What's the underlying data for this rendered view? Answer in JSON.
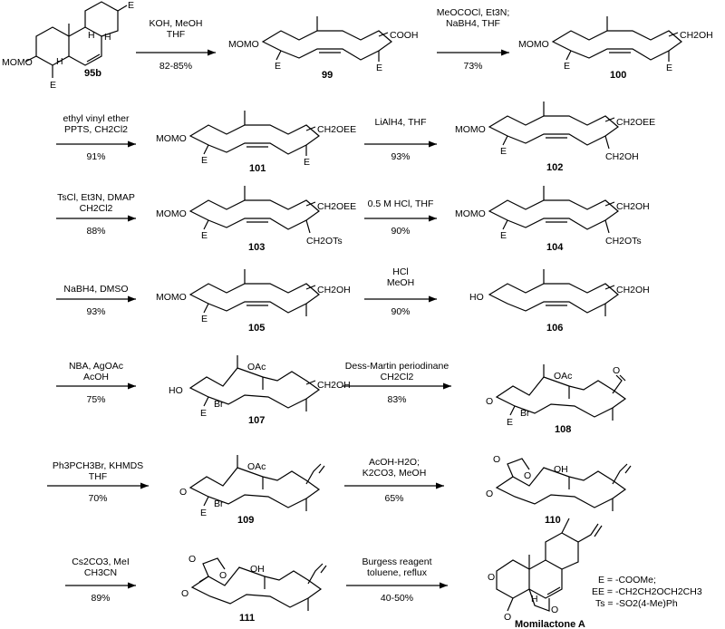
{
  "compounds": {
    "c95b": "95b",
    "c99": "99",
    "c100": "100",
    "c101": "101",
    "c102": "102",
    "c103": "103",
    "c104": "104",
    "c105": "105",
    "c106": "106",
    "c107": "107",
    "c108": "108",
    "c109": "109",
    "c110": "110",
    "c111": "111",
    "product": "Momilactone A"
  },
  "steps": [
    {
      "line1": "KOH, MeOH",
      "line2": "THF",
      "yield": "82-85%"
    },
    {
      "line1": "MeOCOCl, Et3N;",
      "line2": "NaBH4, THF",
      "yield": "73%"
    },
    {
      "line1": "ethyl vinyl ether",
      "line2": "PPTS, CH2Cl2",
      "yield": "91%"
    },
    {
      "line1": "LiAlH4, THF",
      "line2": "",
      "yield": "93%"
    },
    {
      "line1": "TsCl, Et3N, DMAP",
      "line2": "CH2Cl2",
      "yield": "88%"
    },
    {
      "line1": "0.5 M HCl, THF",
      "line2": "",
      "yield": "90%"
    },
    {
      "line1": "NaBH4, DMSO",
      "line2": "",
      "yield": "93%"
    },
    {
      "line1": "HCl",
      "line2": "MeOH",
      "yield": "90%"
    },
    {
      "line1": "NBA, AgOAc",
      "line2": "AcOH",
      "yield": "75%"
    },
    {
      "line1": "Dess-Martin periodinane",
      "line2": "CH2Cl2",
      "yield": "83%"
    },
    {
      "line1": "Ph3PCH3Br, KHMDS",
      "line2": "THF",
      "yield": "70%"
    },
    {
      "line1": "AcOH-H2O;",
      "line2": "K2CO3, MeOH",
      "yield": "65%"
    },
    {
      "line1": "Cs2CO3, MeI",
      "line2": "CH3CN",
      "yield": "89%"
    },
    {
      "line1": "Burgess reagent",
      "line2": "toluene, reflux",
      "yield": "40-50%"
    }
  ],
  "groups": {
    "momo": "MOMO",
    "ho": "HO",
    "e": "E",
    "h": "H",
    "cooh": "COOH",
    "ch2oh": "CH2OH",
    "ch2oee": "CH2OEE",
    "ch2ots": "CH2OTs",
    "oac": "OAc",
    "oh": "OH",
    "br": "Br",
    "o": "O"
  },
  "legend": {
    "e": "E = -COOMe;",
    "ee": "EE = -CH2CH2OCH2CH3",
    "ts": "Ts = -SO2(4-Me)Ph"
  }
}
